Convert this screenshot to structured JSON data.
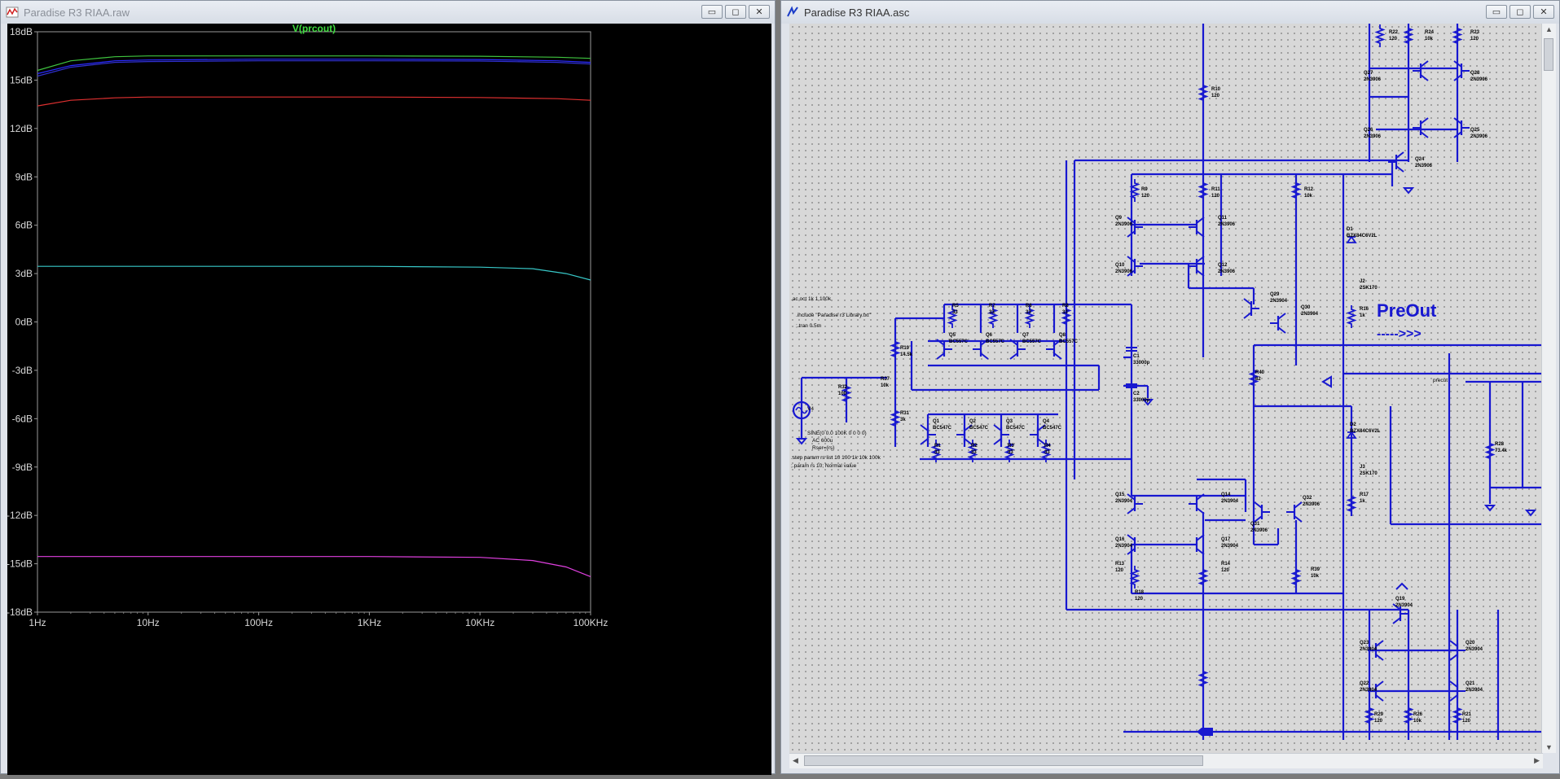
{
  "plot_window": {
    "title": "Paradise R3 RIAA.raw",
    "buttons": {
      "minimize": "▭",
      "maximize": "◻",
      "close": "✕"
    }
  },
  "schematic_window": {
    "title": "Paradise R3 RIAA.asc",
    "buttons": {
      "minimize": "▭",
      "maximize": "◻",
      "close": "✕"
    }
  },
  "chart_data": {
    "type": "line",
    "title": "V(prcout)",
    "title_color": "#3fdc3f",
    "xscale": "log",
    "xlim": [
      1,
      100000
    ],
    "ylim": [
      -18,
      18
    ],
    "grid": false,
    "x_tick_labels": [
      "1Hz",
      "10Hz",
      "100Hz",
      "1KHz",
      "10KHz",
      "100KHz"
    ],
    "y_tick_labels": [
      "18dB",
      "15dB",
      "12dB",
      "9dB",
      "6dB",
      "3dB",
      "0dB",
      "-3dB",
      "-6dB",
      "-9dB",
      "-12dB",
      "-15dB",
      "-18dB"
    ],
    "series": [
      {
        "color": "#3fc43f",
        "x": [
          1,
          2,
          5,
          10,
          100,
          1000,
          10000,
          50000,
          100000
        ],
        "y": [
          15.6,
          16.2,
          16.45,
          16.5,
          16.5,
          16.5,
          16.48,
          16.42,
          16.35
        ]
      },
      {
        "color": "#2a2aff",
        "x": [
          1,
          2,
          5,
          10,
          100,
          1000,
          10000,
          50000,
          100000
        ],
        "y": [
          15.4,
          15.9,
          16.2,
          16.25,
          16.3,
          16.3,
          16.28,
          16.2,
          16.1
        ]
      },
      {
        "color": "#3030d0",
        "x": [
          1,
          2,
          5,
          10,
          100,
          1000,
          10000,
          50000,
          100000
        ],
        "y": [
          15.25,
          15.8,
          16.1,
          16.15,
          16.2,
          16.2,
          16.18,
          16.1,
          16.0
        ]
      },
      {
        "color": "#e03030",
        "x": [
          1,
          2,
          5,
          10,
          100,
          1000,
          10000,
          50000,
          100000
        ],
        "y": [
          13.4,
          13.75,
          13.9,
          13.95,
          13.95,
          13.95,
          13.92,
          13.85,
          13.75
        ]
      },
      {
        "color": "#38c8c8",
        "x": [
          1,
          10,
          100,
          1000,
          10000,
          30000,
          60000,
          100000
        ],
        "y": [
          3.45,
          3.45,
          3.45,
          3.45,
          3.4,
          3.3,
          3.0,
          2.6
        ]
      },
      {
        "color": "#e040e0",
        "x": [
          1,
          10,
          100,
          1000,
          10000,
          30000,
          60000,
          100000
        ],
        "y": [
          -14.55,
          -14.55,
          -14.55,
          -14.55,
          -14.6,
          -14.8,
          -15.2,
          -15.8
        ]
      }
    ]
  },
  "schematic": {
    "color": "#1818d0",
    "preout_label": "PreOut",
    "preout_arrow": "----->>>",
    "directives": [
      ".ac oct 1k 1 100k",
      ".include \"Paradise r3 Library.txt\"",
      ";.tran 0.5m",
      ".step param rs list 10 100 1k 10k 100k",
      ";.param rs 10; Normal value"
    ],
    "source": {
      "name": "V4",
      "spec1": "SINE(0 0.0 100K 0 0 0 0)",
      "spec2": "AC 600u",
      "spec3": "Rser={rs}"
    },
    "net_label": "precut",
    "components": [
      {
        "ref": "R22",
        "val": "120"
      },
      {
        "ref": "R24",
        "val": "10k"
      },
      {
        "ref": "R23",
        "val": "120"
      },
      {
        "ref": "Q27",
        "val": "2N3906"
      },
      {
        "ref": "Q28",
        "val": "2N3906"
      },
      {
        "ref": "Q26",
        "val": "2N3906"
      },
      {
        "ref": "Q25",
        "val": "2N3906"
      },
      {
        "ref": "Q24",
        "val": "2N3906"
      },
      {
        "ref": "R10",
        "val": "120"
      },
      {
        "ref": "R9",
        "val": "120"
      },
      {
        "ref": "R11",
        "val": "120"
      },
      {
        "ref": "R12",
        "val": "10k"
      },
      {
        "ref": "Q9",
        "val": "2N3906"
      },
      {
        "ref": "Q11",
        "val": "2N3906"
      },
      {
        "ref": "Q10",
        "val": "2N3906"
      },
      {
        "ref": "Q12",
        "val": "2N3906"
      },
      {
        "ref": "D1",
        "val": "BZX84C6V2L"
      },
      {
        "ref": "J2",
        "val": "2SK170"
      },
      {
        "ref": "R16",
        "val": "1k"
      },
      {
        "ref": "Q29",
        "val": "2N3904"
      },
      {
        "ref": "Q30",
        "val": "2N3904"
      },
      {
        "ref": "R5",
        "val": "33"
      },
      {
        "ref": "R7",
        "val": "33"
      },
      {
        "ref": "R6",
        "val": "33"
      },
      {
        "ref": "R8",
        "val": "33"
      },
      {
        "ref": "Q5",
        "val": "BC557C"
      },
      {
        "ref": "Q6",
        "val": "BC557C"
      },
      {
        "ref": "Q7",
        "val": "BC557C"
      },
      {
        "ref": "Q8",
        "val": "BC557C"
      },
      {
        "ref": "R19",
        "val": "14.5k"
      },
      {
        "ref": "R32",
        "val": "100"
      },
      {
        "ref": "R37",
        "val": "10k"
      },
      {
        "ref": "R31",
        "val": "3k"
      },
      {
        "ref": "C1",
        "val": "33000p"
      },
      {
        "ref": "C2",
        "val": "33000p"
      },
      {
        "ref": "R40",
        "val": "82"
      },
      {
        "ref": "Q1",
        "val": "BC547C"
      },
      {
        "ref": "Q2",
        "val": "BC547C"
      },
      {
        "ref": "Q3",
        "val": "BC547C"
      },
      {
        "ref": "Q4",
        "val": "BC547C"
      },
      {
        "ref": "R1",
        "val": "33"
      },
      {
        "ref": "R2",
        "val": "33"
      },
      {
        "ref": "R3",
        "val": "33"
      },
      {
        "ref": "R4",
        "val": "33"
      },
      {
        "ref": "D2",
        "val": "BZX84C6V2L"
      },
      {
        "ref": "J3",
        "val": "2SK170"
      },
      {
        "ref": "R17",
        "val": "1k"
      },
      {
        "ref": "R28",
        "val": "73.4k"
      },
      {
        "ref": "Q15",
        "val": "2N3904"
      },
      {
        "ref": "Q14",
        "val": "2N3904"
      },
      {
        "ref": "Q16",
        "val": "2N3904"
      },
      {
        "ref": "Q17",
        "val": "2N3904"
      },
      {
        "ref": "Q31",
        "val": "2N3906"
      },
      {
        "ref": "Q32",
        "val": "2N3906"
      },
      {
        "ref": "R13",
        "val": "120"
      },
      {
        "ref": "R14",
        "val": "120"
      },
      {
        "ref": "R39",
        "val": "10k"
      },
      {
        "ref": "Q19",
        "val": "2N3904"
      },
      {
        "ref": "Q23",
        "val": "2N3904"
      },
      {
        "ref": "Q20",
        "val": "2N3904"
      },
      {
        "ref": "Q22",
        "val": "2N3904"
      },
      {
        "ref": "Q21",
        "val": "2N3904"
      },
      {
        "ref": "R18",
        "val": "120"
      },
      {
        "ref": "R29",
        "val": "120"
      },
      {
        "ref": "R26",
        "val": "10k"
      },
      {
        "ref": "R21",
        "val": "120"
      }
    ]
  }
}
